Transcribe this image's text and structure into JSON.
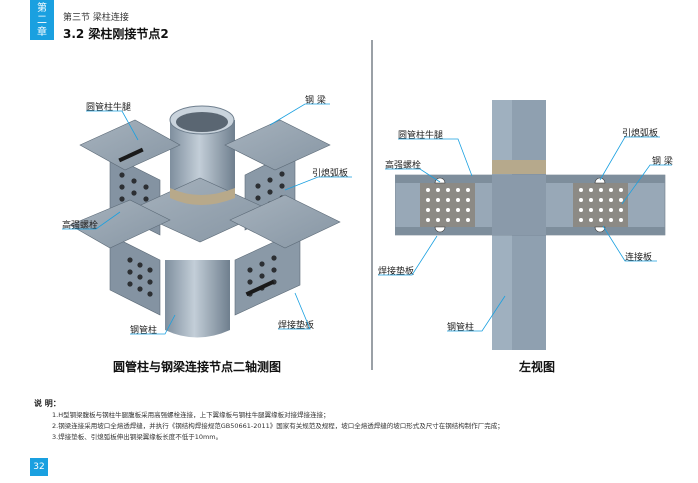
{
  "header": {
    "chapter_chars": [
      "第",
      "二",
      "章"
    ],
    "section": "第三节  梁柱连接",
    "title": "3.2  梁柱刚接节点2"
  },
  "left_figure": {
    "labels": {
      "corbel": "圆管柱牛腿",
      "steel_beam": "钢 梁",
      "weld_arc_plate": "引熄弧板",
      "hs_bolt": "高强螺栓",
      "steel_column": "钢管柱",
      "backing_plate": "焊接垫板"
    },
    "caption": "圆管柱与钢梁连接节点二轴测图"
  },
  "right_figure": {
    "labels": {
      "corbel": "圆管柱牛腿",
      "hs_bolt": "高强螺栓",
      "backing_plate": "焊接垫板",
      "weld_arc_plate": "引熄弧板",
      "steel_beam": "钢 梁",
      "connecting_plate": "连接板",
      "steel_column": "钢管柱"
    },
    "caption": "左视图"
  },
  "notes": {
    "title": "说  明：",
    "items": [
      "1.H型钢梁腹板与钢柱牛腿腹板采用高强螺栓连接，上下翼缘板与钢柱牛腿翼缘板对接焊接连接；",
      "2.钢梁连接采用坡口全熔透焊缝，并执行《钢结构焊接规范GB50661-2011》国家有关规范及规程，坡口全熔透焊缝的坡口形式及尺寸在钢结构制作厂完成；",
      "3.焊接垫板、引熄弧板伸出钢梁翼缘板长度不低于10mm。"
    ]
  },
  "page_number": "32",
  "colors": {
    "accent": "#1aa0e0",
    "steel": "#9aa9b8",
    "leader": "#1aa0e0"
  }
}
